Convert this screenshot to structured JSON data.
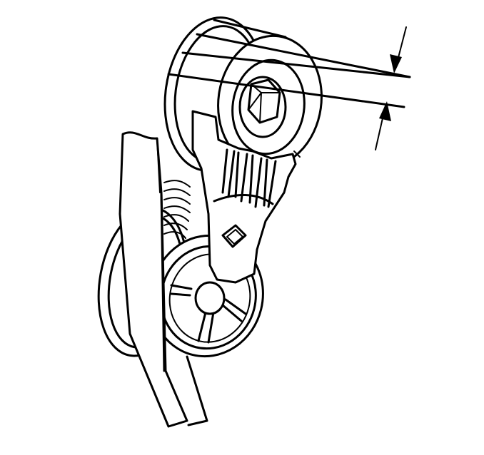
{
  "figure": {
    "description_text": "",
    "components": [
      {
        "id": "upper-pulley",
        "icon": "pulley-icon"
      },
      {
        "id": "hex-bolt",
        "icon": "hex-bolt-icon"
      },
      {
        "id": "lower-pulley",
        "icon": "spoked-pulley-icon"
      },
      {
        "id": "tensioner-arm",
        "icon": "tensioner-arm-icon"
      },
      {
        "id": "drive-belt",
        "icon": "belt-icon"
      },
      {
        "id": "square-drive",
        "icon": "square-hole-icon"
      },
      {
        "id": "measurement-arrows",
        "icon": "dimension-arrows-icon"
      }
    ],
    "colors": {
      "ink": "#000000",
      "paper": "#ffffff"
    }
  }
}
